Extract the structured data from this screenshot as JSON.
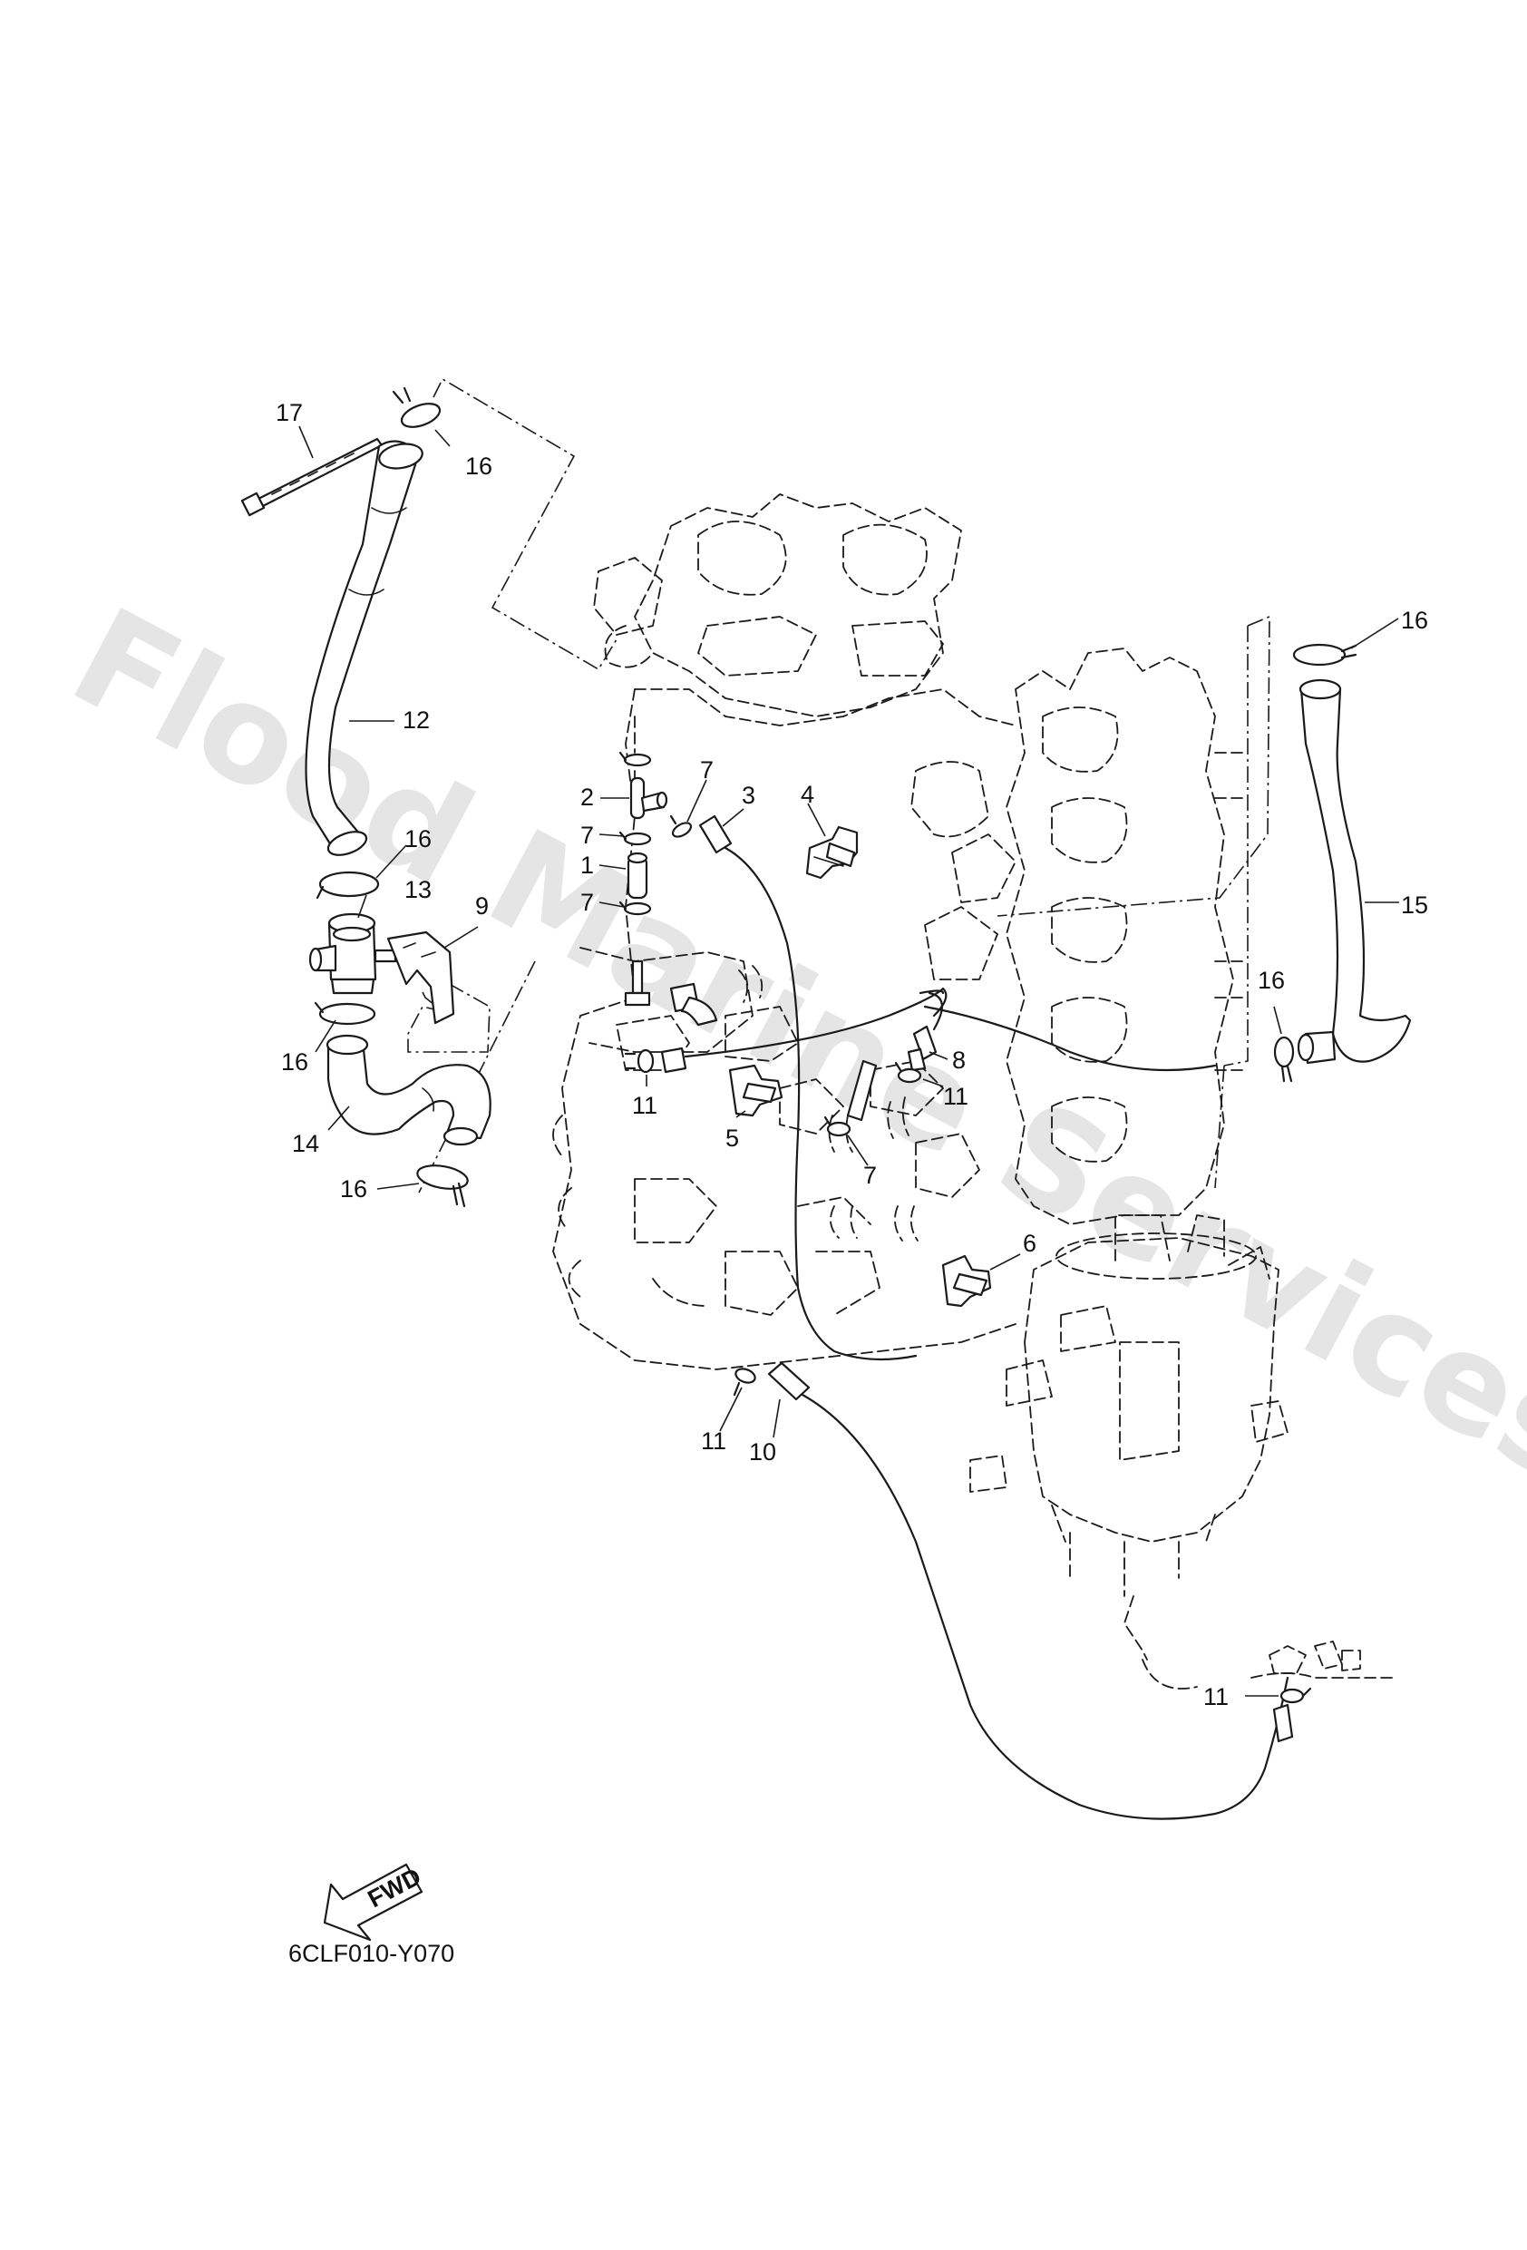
{
  "watermark": "Flood Marine Services",
  "diagram_code": "6CLF010-Y070",
  "fwd_label": "FWD",
  "callouts": [
    {
      "id": "c17a",
      "label": "17"
    },
    {
      "id": "c16a",
      "label": "16"
    },
    {
      "id": "c12",
      "label": "12"
    },
    {
      "id": "c16b",
      "label": "16"
    },
    {
      "id": "c13",
      "label": "13"
    },
    {
      "id": "c9",
      "label": "9"
    },
    {
      "id": "c16c",
      "label": "16"
    },
    {
      "id": "c14",
      "label": "14"
    },
    {
      "id": "c16d",
      "label": "16"
    },
    {
      "id": "c2",
      "label": "2"
    },
    {
      "id": "c7a",
      "label": "7"
    },
    {
      "id": "c3",
      "label": "3"
    },
    {
      "id": "c4",
      "label": "4"
    },
    {
      "id": "c7b",
      "label": "7"
    },
    {
      "id": "c1",
      "label": "1"
    },
    {
      "id": "c7c",
      "label": "7"
    },
    {
      "id": "c11a",
      "label": "11"
    },
    {
      "id": "c5",
      "label": "5"
    },
    {
      "id": "c8",
      "label": "8"
    },
    {
      "id": "c11b",
      "label": "11"
    },
    {
      "id": "c7d",
      "label": "7"
    },
    {
      "id": "c6",
      "label": "6"
    },
    {
      "id": "c11c",
      "label": "11"
    },
    {
      "id": "c10",
      "label": "10"
    },
    {
      "id": "c16e",
      "label": "16"
    },
    {
      "id": "c15",
      "label": "15"
    },
    {
      "id": "c16f",
      "label": "16"
    },
    {
      "id": "c11d",
      "label": "11"
    }
  ]
}
